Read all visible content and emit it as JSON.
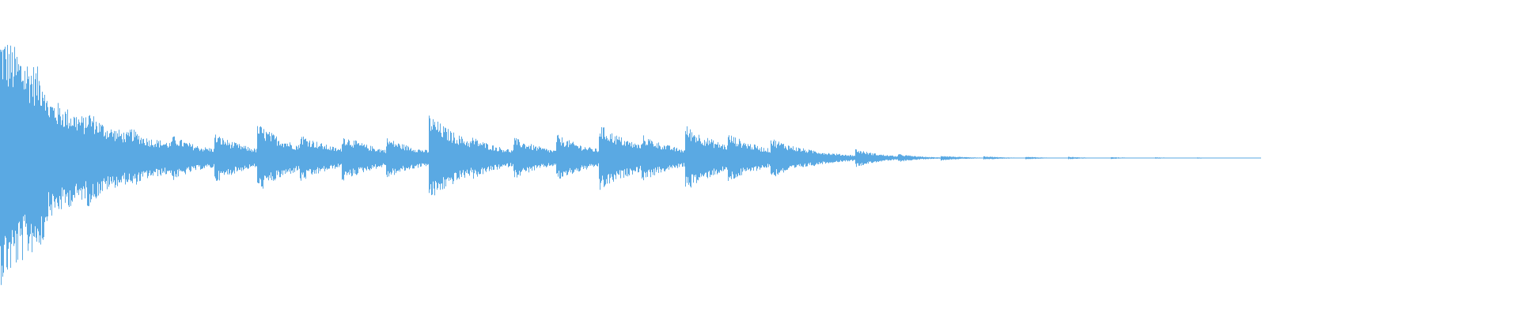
{
  "waveform": {
    "color": "#5aa9e3",
    "background": "#ffffff",
    "duration_fraction_with_signal": 0.83,
    "hits": [
      {
        "t": 0.0,
        "peak": 1.0,
        "decay": 0.06,
        "sustain": 0.22
      },
      {
        "t": 0.028,
        "peak": 0.24,
        "decay": 0.03,
        "sustain": 0.0
      },
      {
        "t": 0.057,
        "peak": 0.48,
        "decay": 0.03,
        "sustain": 0.0
      },
      {
        "t": 0.085,
        "peak": 0.3,
        "decay": 0.028,
        "sustain": 0.0
      },
      {
        "t": 0.113,
        "peak": 0.22,
        "decay": 0.028,
        "sustain": 0.0
      },
      {
        "t": 0.141,
        "peak": 0.24,
        "decay": 0.028,
        "sustain": 0.0
      },
      {
        "t": 0.169,
        "peak": 0.34,
        "decay": 0.028,
        "sustain": 0.0
      },
      {
        "t": 0.197,
        "peak": 0.24,
        "decay": 0.028,
        "sustain": 0.0
      },
      {
        "t": 0.225,
        "peak": 0.23,
        "decay": 0.028,
        "sustain": 0.0
      },
      {
        "t": 0.254,
        "peak": 0.2,
        "decay": 0.028,
        "sustain": 0.0
      },
      {
        "t": 0.282,
        "peak": 0.43,
        "decay": 0.03,
        "sustain": 0.0
      },
      {
        "t": 0.31,
        "peak": 0.21,
        "decay": 0.028,
        "sustain": 0.0
      },
      {
        "t": 0.338,
        "peak": 0.2,
        "decay": 0.028,
        "sustain": 0.0
      },
      {
        "t": 0.366,
        "peak": 0.23,
        "decay": 0.028,
        "sustain": 0.0
      },
      {
        "t": 0.394,
        "peak": 0.33,
        "decay": 0.03,
        "sustain": 0.0
      },
      {
        "t": 0.422,
        "peak": 0.23,
        "decay": 0.028,
        "sustain": 0.0
      },
      {
        "t": 0.451,
        "peak": 0.32,
        "decay": 0.03,
        "sustain": 0.0
      },
      {
        "t": 0.479,
        "peak": 0.24,
        "decay": 0.028,
        "sustain": 0.0
      },
      {
        "t": 0.507,
        "peak": 0.2,
        "decay": 0.028,
        "sustain": 0.0
      },
      {
        "t": 0.535,
        "peak": 0.08,
        "decay": 0.02,
        "sustain": 0.0
      },
      {
        "t": 0.563,
        "peak": 0.09,
        "decay": 0.018,
        "sustain": 0.0
      },
      {
        "t": 0.591,
        "peak": 0.04,
        "decay": 0.015,
        "sustain": 0.0
      },
      {
        "t": 0.619,
        "peak": 0.025,
        "decay": 0.015,
        "sustain": 0.0
      },
      {
        "t": 0.647,
        "peak": 0.018,
        "decay": 0.014,
        "sustain": 0.0
      },
      {
        "t": 0.675,
        "peak": 0.014,
        "decay": 0.012,
        "sustain": 0.0
      },
      {
        "t": 0.703,
        "peak": 0.012,
        "decay": 0.012,
        "sustain": 0.0
      },
      {
        "t": 0.731,
        "peak": 0.01,
        "decay": 0.012,
        "sustain": 0.0
      },
      {
        "t": 0.76,
        "peak": 0.008,
        "decay": 0.01,
        "sustain": 0.0
      },
      {
        "t": 0.788,
        "peak": 0.006,
        "decay": 0.01,
        "sustain": 0.0
      },
      {
        "t": 0.816,
        "peak": 0.004,
        "decay": 0.008,
        "sustain": 0.0
      }
    ]
  }
}
